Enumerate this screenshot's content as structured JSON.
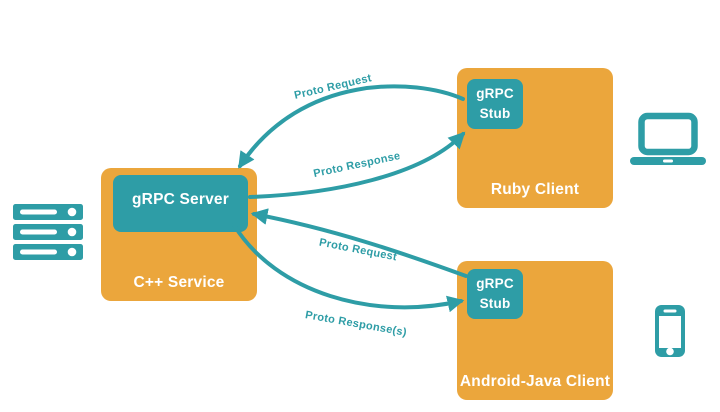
{
  "server_box": {
    "service_label": "C++ Service",
    "server_label": "gRPC Server"
  },
  "clients": [
    {
      "id": "ruby",
      "label": "Ruby Client",
      "stub_line1": "gRPC",
      "stub_line2": "Stub"
    },
    {
      "id": "android",
      "label": "Android-Java Client",
      "stub_line1": "gRPC",
      "stub_line2": "Stub"
    }
  ],
  "connections": [
    {
      "label": "Proto Request",
      "from": "Ruby Client gRPC Stub",
      "to": "gRPC Server"
    },
    {
      "label": "Proto Response",
      "from": "gRPC Server",
      "to": "Ruby Client gRPC Stub"
    },
    {
      "label": "Proto Request",
      "from": "Android-Java Client gRPC Stub",
      "to": "gRPC Server"
    },
    {
      "label": "Proto Response(s)",
      "from": "gRPC Server",
      "to": "Android-Java Client gRPC Stub"
    }
  ],
  "icons": {
    "left": "server-rack-icon",
    "top_right": "laptop-icon",
    "bottom_right": "smartphone-icon"
  },
  "colors": {
    "accent_orange": "#EBA63C",
    "accent_teal": "#2E9DA6",
    "text_on_box": "#FFFFFF",
    "background": "#FFFFFF"
  }
}
